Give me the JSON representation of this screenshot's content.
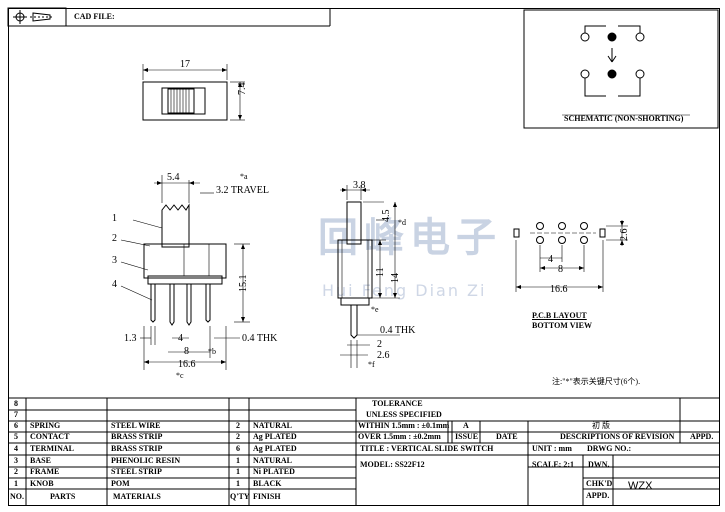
{
  "header": {
    "cad_file_label": "CAD FILE:"
  },
  "schematic": {
    "caption": "SCHEMATIC (NON-SHORTING)"
  },
  "watermark": {
    "cn": "回峰电子",
    "pinyin": "Hui Feng Dian Zi"
  },
  "top_view": {
    "width_dim": "17",
    "height_dim": "7.4"
  },
  "front_view": {
    "dims": {
      "knob_width": "5.4",
      "travel": "3.2 TRAVEL",
      "a_mark": "*a",
      "b_mark": "*b",
      "c_mark": "*c",
      "height": "15.1",
      "pin_left": "1.3",
      "pin_pitch": "4",
      "span_8": "8",
      "total": "16.6",
      "thickness": "0.4 THK"
    },
    "callouts": [
      "1",
      "2",
      "3",
      "4"
    ]
  },
  "side_view": {
    "dims": {
      "width": "3.8",
      "d_mark": "*d",
      "knob_h": "4.5",
      "h11": "11",
      "h14": "14",
      "e_mark": "*e",
      "thk": "0.4 THK",
      "d2": "2",
      "d26": "2.6",
      "f_mark": "*f"
    }
  },
  "pcb": {
    "dims": {
      "pitch": "4",
      "span": "8",
      "total": "16.6",
      "height": "2.6"
    },
    "title": "P.C.B LAYOUT",
    "subtitle": "BOTTOM VIEW"
  },
  "note": "注:\"*\"表示关键尺寸(6个).",
  "bom": {
    "rows": [
      {
        "no": "8",
        "parts": "",
        "materials": "",
        "qty": "",
        "finish": ""
      },
      {
        "no": "7",
        "parts": "",
        "materials": "",
        "qty": "",
        "finish": ""
      },
      {
        "no": "6",
        "parts": "SPRING",
        "materials": "STEEL WIRE",
        "qty": "2",
        "finish": "NATURAL"
      },
      {
        "no": "5",
        "parts": "CONTACT",
        "materials": "BRASS STRIP",
        "qty": "2",
        "finish": "Ag PLATED"
      },
      {
        "no": "4",
        "parts": "TERMINAL",
        "materials": "BRASS STRIP",
        "qty": "6",
        "finish": "Ag PLATED"
      },
      {
        "no": "3",
        "parts": "BASE",
        "materials": "PHENOLIC RESIN",
        "qty": "1",
        "finish": "NATURAL"
      },
      {
        "no": "2",
        "parts": "FRAME",
        "materials": "STEEL STRIP",
        "qty": "1",
        "finish": "Ni PLATED"
      },
      {
        "no": "1",
        "parts": "KNOB",
        "materials": "POM",
        "qty": "1",
        "finish": "BLACK"
      }
    ],
    "header": {
      "no": "NO.",
      "parts": "PARTS",
      "materials": "MATERIALS",
      "qty": "Q'TY",
      "finish": "FINISH"
    }
  },
  "title_block": {
    "tolerance": "TOLERANCE",
    "unless": "UNLESS SPECIFIED",
    "within": "WITHIN 1.5mm : ±0.1mm",
    "over": "OVER 1.5mm : ±0.2mm",
    "rev_a": "A",
    "issue": "ISSUE",
    "date": "DATE",
    "desc_rev": "DESCRIPTIONS OF REVISION",
    "appd": "APPD.",
    "first_edition": "初 版",
    "title": "TITLE :  VERTICAL SLIDE SWITCH",
    "model": "MODEL:   SS22F12",
    "unit": "UNIT :   mm",
    "scale": "SCALE:  2:1",
    "drwg": "DRWG NO.:",
    "dwn": "DWN.",
    "chkd": "CHK'D",
    "appd2": "APPD.",
    "drawer": "WZX"
  }
}
